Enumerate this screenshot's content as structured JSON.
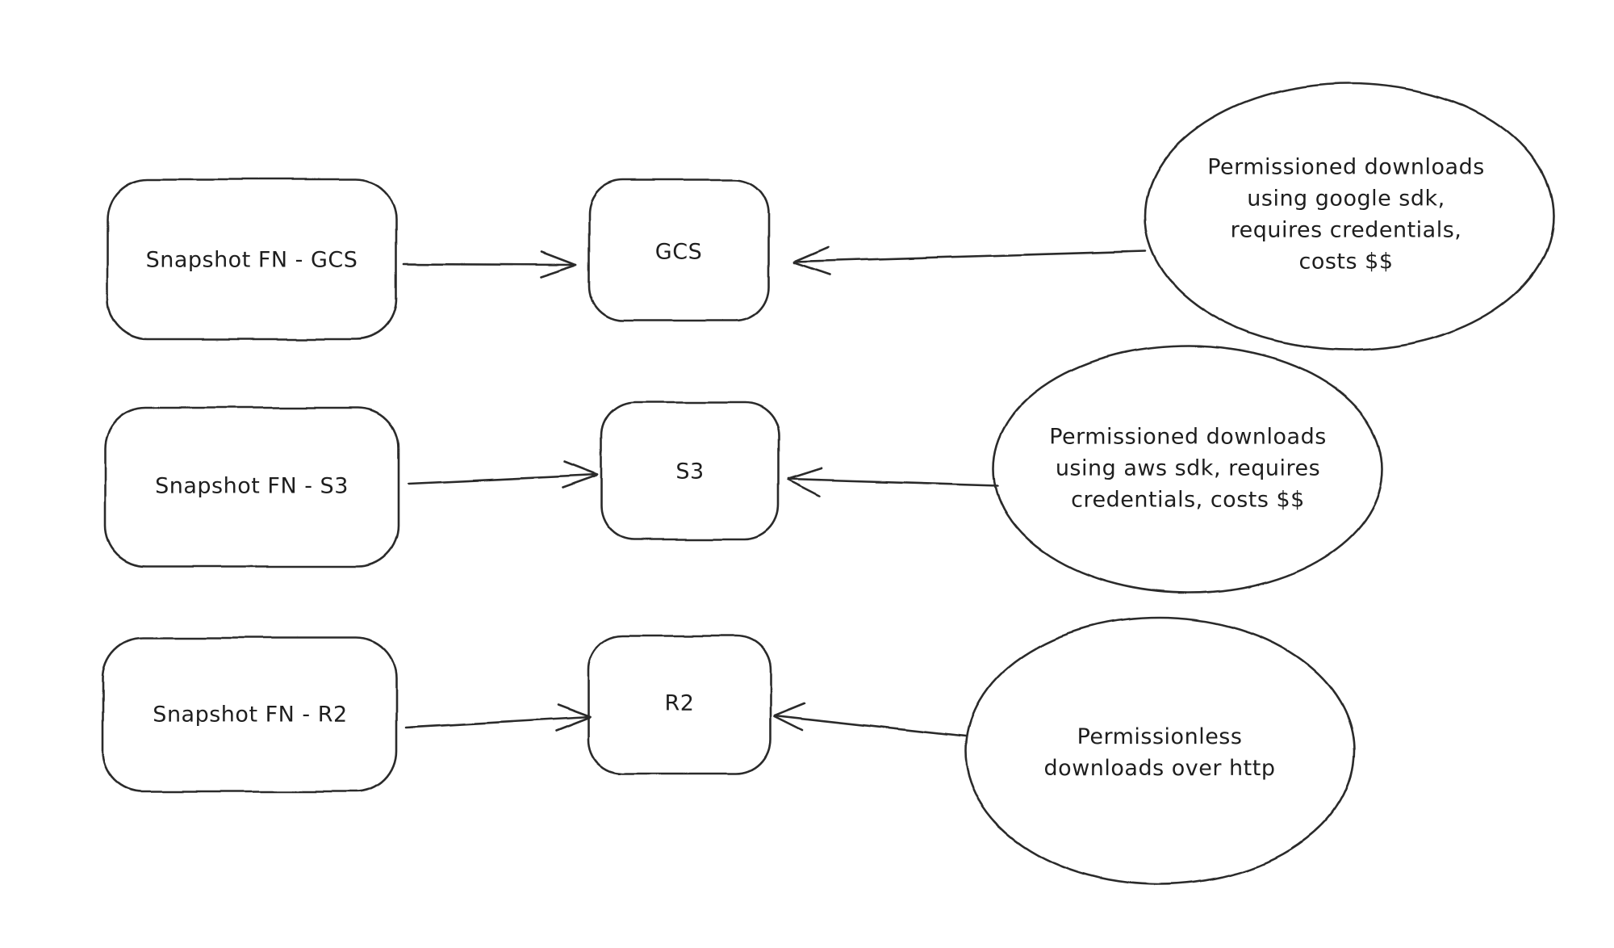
{
  "diagram": {
    "style": {
      "stroke_color": "#2b2b2b",
      "text_color": "#1e1e1e",
      "background": "#ffffff"
    },
    "rows": [
      {
        "source_label": "Snapshot FN - GCS",
        "target_label": "GCS",
        "note_lines": [
          "Permissioned downloads",
          "using google sdk,",
          "requires credentials,",
          "costs $$"
        ]
      },
      {
        "source_label": "Snapshot FN - S3",
        "target_label": "S3",
        "note_lines": [
          "Permissioned downloads",
          "using aws sdk, requires",
          "credentials, costs $$"
        ]
      },
      {
        "source_label": "Snapshot FN - R2",
        "target_label": "R2",
        "note_lines": [
          "Permissionless",
          "downloads over http"
        ]
      }
    ]
  }
}
